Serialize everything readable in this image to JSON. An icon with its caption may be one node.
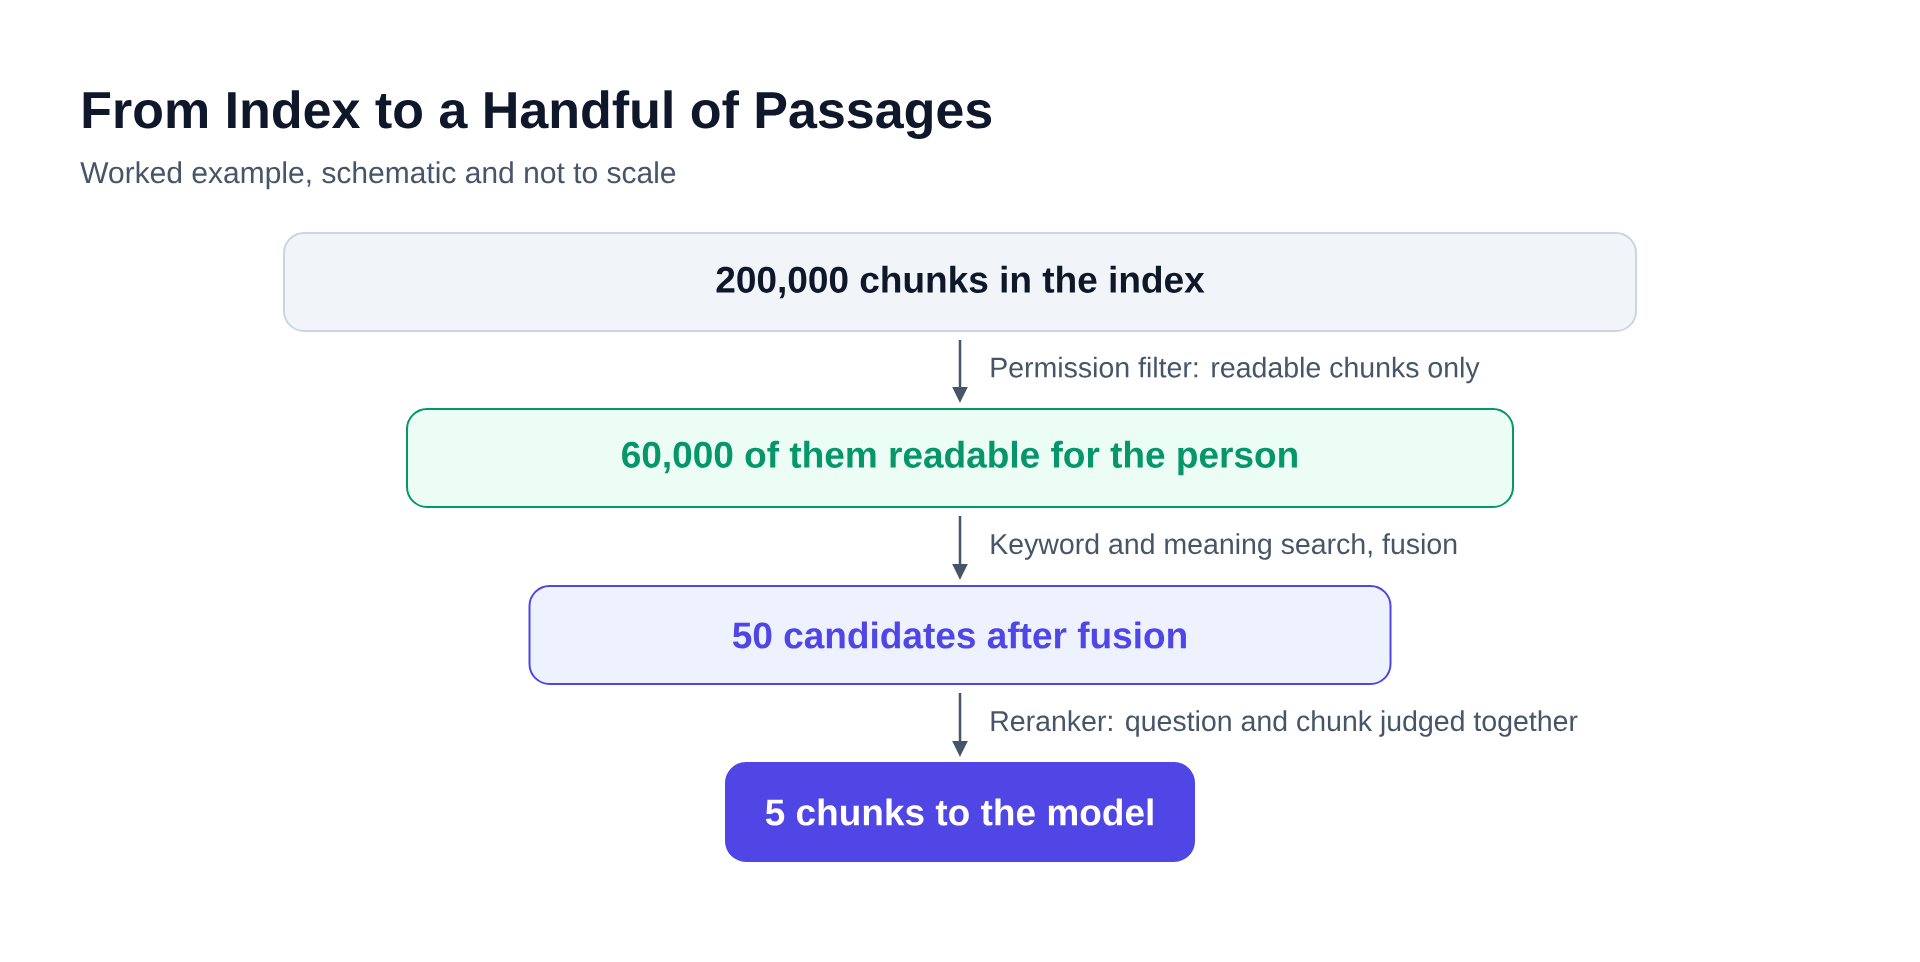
{
  "diagram": {
    "title": "From Index to a Handful of Passages",
    "nodes": [
      {
        "text": [
          "200,000 chunks in the index"
        ]
      },
      {
        "text": [
          "60,000 of them readable for the person"
        ]
      },
      {
        "text": [
          "50 candidates after fusion"
        ]
      },
      {
        "text": [
          "5 chunks to the model"
        ]
      }
    ],
    "edges": [
      {
        "from": 0,
        "to": 1,
        "arrow": "to",
        "label": "Permission filter: readable chunks only"
      },
      {
        "from": 1,
        "to": 2,
        "arrow": "to",
        "label": "Keyword and meaning search, fusion"
      },
      {
        "from": 2,
        "to": 3,
        "arrow": "to",
        "label": "Reranker: question and chunk judged together"
      }
    ],
    "labels": [
      "Worked example, schematic and not to scale"
    ]
  }
}
